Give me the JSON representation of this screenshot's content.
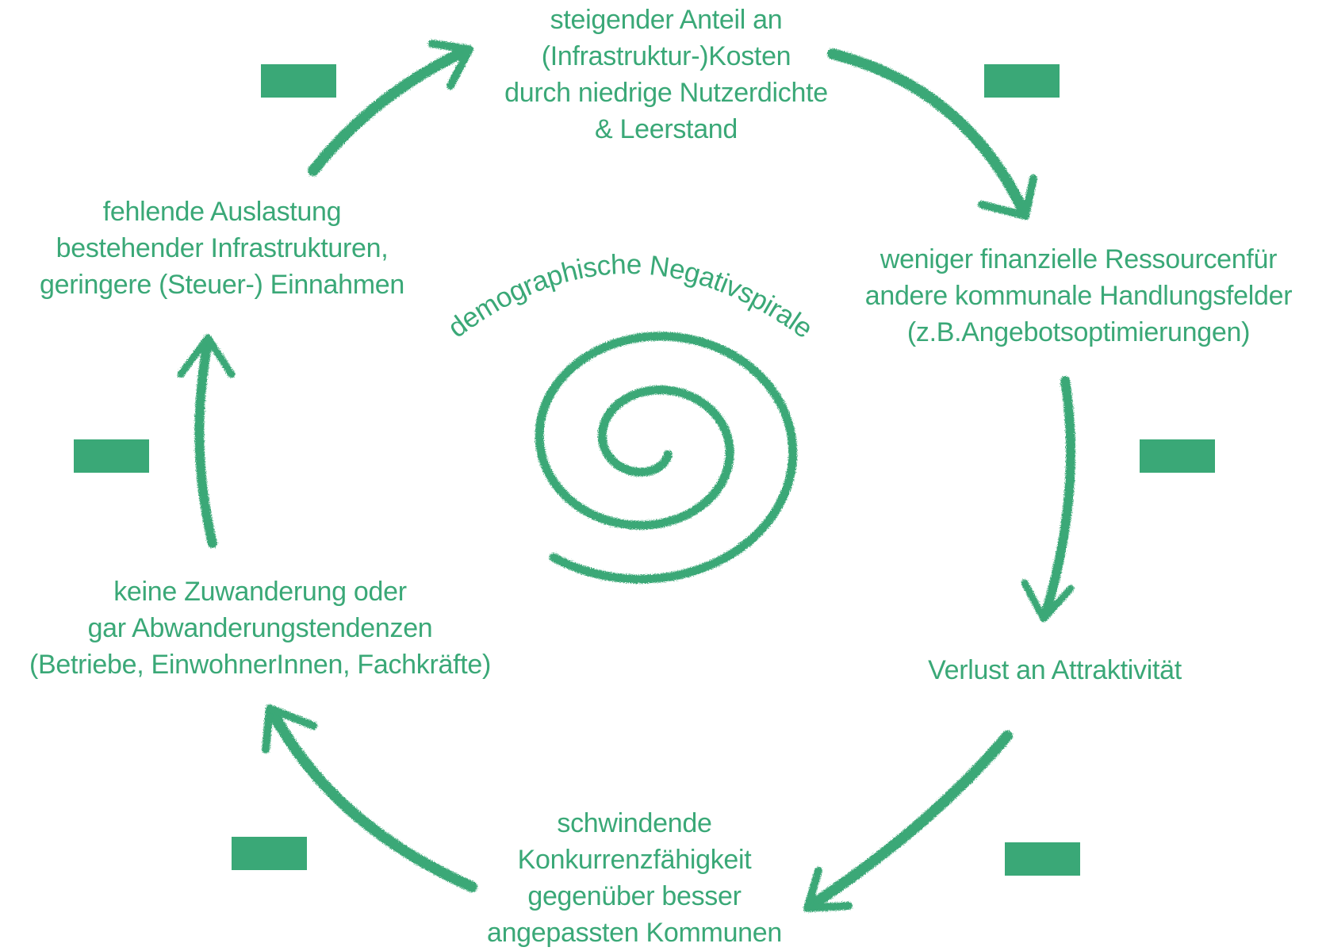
{
  "colors": {
    "accent": "#3aa877",
    "background": "#ffffff"
  },
  "spiral_title": "demographische Negativspirale",
  "nodes": {
    "top": {
      "lines": [
        "steigender Anteil an",
        "(Infrastruktur-)Kosten",
        "durch niedrige Nutzerdichte",
        "& Leerstand"
      ]
    },
    "right_upper": {
      "lines": [
        "weniger finanzielle Ressourcenfür",
        "andere kommunale Handlungsfelder",
        "(z.B.Angebotsoptimierungen)"
      ]
    },
    "right_lower": {
      "lines": [
        "Verlust an Attraktivität"
      ]
    },
    "bottom": {
      "lines": [
        "schwindende",
        "Konkurrenzfähigkeit",
        "gegenüber besser",
        "angepassten Kommunen"
      ]
    },
    "left_lower": {
      "lines": [
        "keine Zuwanderung oder",
        "gar Abwanderungstendenzen",
        "(Betriebe, EinwohnerInnen, Fachkräfte)"
      ]
    },
    "left_upper": {
      "lines": [
        "fehlende Auslastung",
        "bestehender Infrastrukturen,",
        "geringere (Steuer-) Einnahmen"
      ]
    }
  },
  "minus_markers": [
    "top-left",
    "top-right",
    "right",
    "bottom-right",
    "bottom-left",
    "left"
  ],
  "icons": [
    "arrow-icon",
    "spiral-icon",
    "minus-sign-icon"
  ]
}
